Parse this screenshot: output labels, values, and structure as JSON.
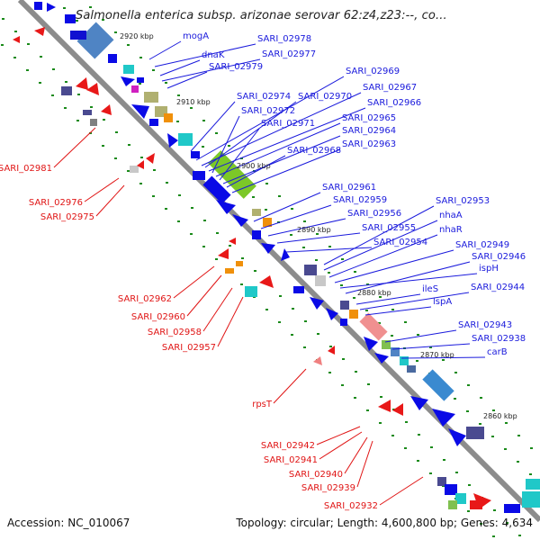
{
  "title": "Salmonella enterica subsp. arizonae serovar 62:z4,z23:--, co...",
  "footer": {
    "accession": "Accession: NC_010067",
    "topology": "Topology: circular; Length: 4,600,800 bp; Genes: 4,634"
  },
  "colors": {
    "backbone": "#8c8c8c",
    "forward_label": "#1a1adc",
    "reverse_label": "#e01414",
    "gene_forward": "#0a0ae6",
    "gene_reverse": "#e81818",
    "tick": "#1a8a1a"
  },
  "scale_labels": [
    "2920 kbp",
    "2910 kbp",
    "2900 kbp",
    "2890 kbp",
    "2880 kbp",
    "2870 kbp",
    "2860 kbp"
  ],
  "forward_genes": [
    "mogA",
    "SARI_02978",
    "dnaK",
    "SARI_02977",
    "SARI_02979",
    "SARI_02969",
    "SARI_02967",
    "SARI_02974",
    "SARI_02970",
    "SARI_02966",
    "SARI_02972",
    "SARI_02965",
    "SARI_02971",
    "SARI_02964",
    "SARI_02968",
    "SARI_02963",
    "SARI_02961",
    "SARI_02959",
    "SARI_02953",
    "SARI_02956",
    "nhaA",
    "SARI_02955",
    "nhaR",
    "SARI_02954",
    "SARI_02949",
    "ispH",
    "SARI_02946",
    "ileS",
    "SARI_02944",
    "lspA",
    "SARI_02943",
    "SARI_02938",
    "carB"
  ],
  "reverse_genes": [
    "SARI_02981",
    "SARI_02976",
    "SARI_02975",
    "SARI_02962",
    "SARI_02960",
    "SARI_02958",
    "SARI_02957",
    "rpsT",
    "SARI_02942",
    "SARI_02941",
    "SARI_02940",
    "SARI_02939",
    "SARI_02932"
  ]
}
